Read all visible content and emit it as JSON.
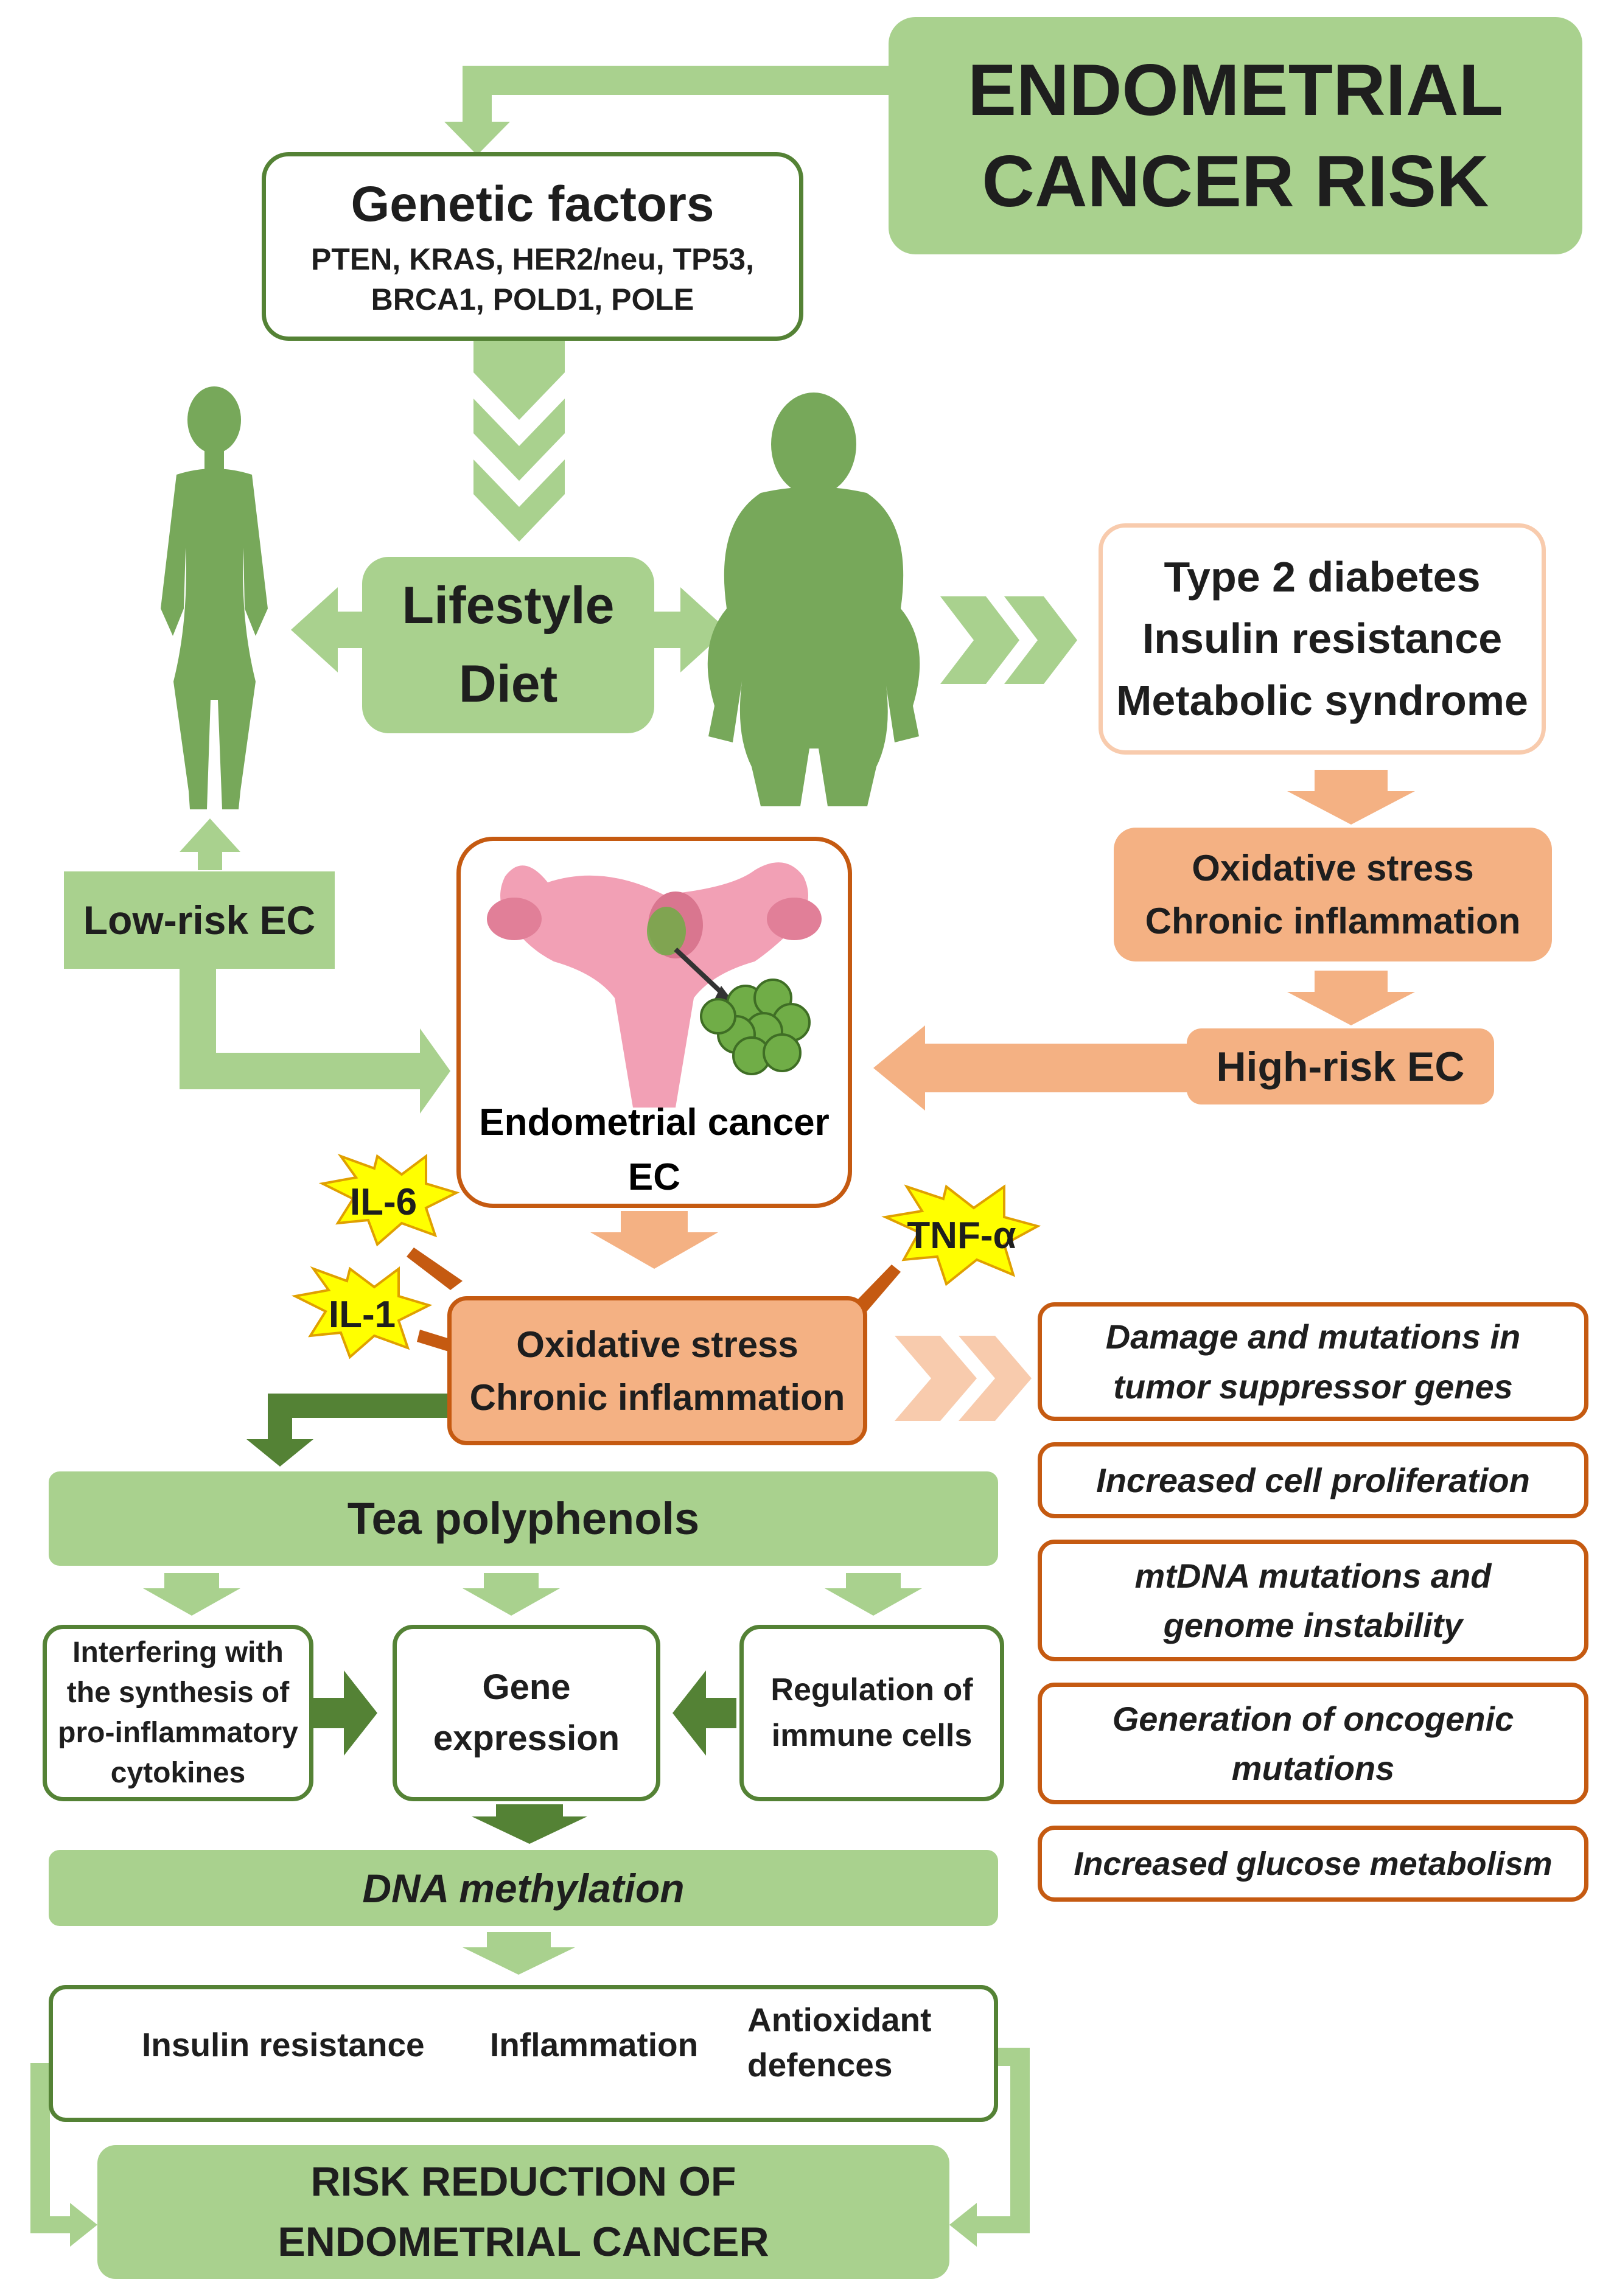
{
  "title": {
    "line1": "ENDOMETRIAL",
    "line2": "CANCER RISK"
  },
  "genetic": {
    "heading": "Genetic factors",
    "genes_line1": "PTEN, KRAS, HER2/neu, TP53,",
    "genes_line2": "BRCA1, POLD1, POLE"
  },
  "lifestyle": {
    "line1": "Lifestyle",
    "line2": "Diet"
  },
  "metabolic": {
    "line1": "Type 2 diabetes",
    "line2": "Insulin resistance",
    "line3": "Metabolic syndrome"
  },
  "oxidative_top": {
    "line1": "Oxidative stress",
    "line2": "Chronic inflammation"
  },
  "high_risk": "High-risk EC",
  "low_risk": "Low-risk EC",
  "endometrial": {
    "line1": "Endometrial cancer",
    "line2": "EC"
  },
  "cytokines": {
    "il6": "IL-6",
    "il1": "IL-1",
    "tnf": "TNF-α"
  },
  "oxidative_mid": {
    "line1": "Oxidative stress",
    "line2": "Chronic inflammation"
  },
  "outcomes": [
    {
      "line1": "Damage and mutations in",
      "line2": "tumor suppressor genes"
    },
    {
      "line1": "Increased cell proliferation",
      "line2": ""
    },
    {
      "line1": "mtDNA mutations and",
      "line2": "genome instability"
    },
    {
      "line1": "Generation of oncogenic",
      "line2": "mutations"
    },
    {
      "line1": "Increased glucose metabolism",
      "line2": ""
    }
  ],
  "tea": "Tea polyphenols",
  "interfering": {
    "line1": "Interfering with",
    "line2": "the synthesis of",
    "line3": "pro-inflammatory",
    "line4": "cytokines"
  },
  "gene_expr": {
    "line1": "Gene",
    "line2": "expression"
  },
  "regulation": {
    "line1": "Regulation of",
    "line2": "immune cells"
  },
  "dna": "DNA methylation",
  "effects": {
    "insulin": "Insulin resistance",
    "inflammation": "Inflammation",
    "antiox_line1": "Antioxidant",
    "antiox_line2": "defences"
  },
  "risk_reduction": {
    "line1": "RISK REDUCTION OF",
    "line2": "ENDOMETRIAL CANCER"
  },
  "colors": {
    "light_green": "#a9d18e",
    "dark_green": "#548235",
    "salmon": "#f4b183",
    "orange_border": "#c55a11",
    "pale_salmon": "#f8cbad",
    "figure_green": "#77a85a",
    "uterus_pink": "#f2a0b5",
    "tumor_green": "#70ad47",
    "burst_yellow": "#ffff00"
  }
}
